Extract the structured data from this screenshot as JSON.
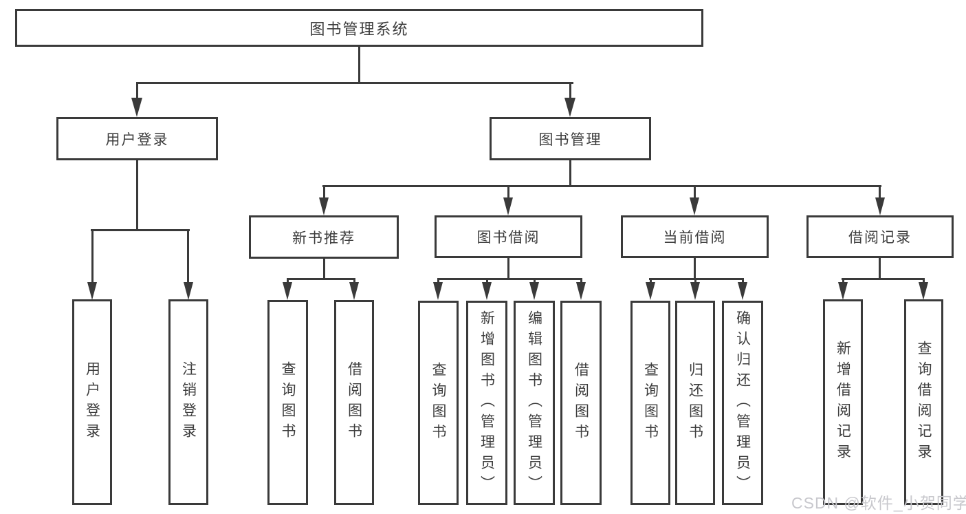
{
  "diagram": {
    "root": "图书管理系统",
    "branches": [
      {
        "label": "用户登录",
        "children": [
          "用户登录",
          "注销登录"
        ]
      },
      {
        "label": "图书管理",
        "groups": [
          {
            "label": "新书推荐",
            "children": [
              "查询图书",
              "借阅图书"
            ]
          },
          {
            "label": "图书借阅",
            "children": [
              "查询图书",
              "新增图书（管理员）",
              "编辑图书（管理员）",
              "借阅图书"
            ]
          },
          {
            "label": "当前借阅",
            "children": [
              "查询图书",
              "归还图书",
              "确认归还（管理员）"
            ]
          },
          {
            "label": "借阅记录",
            "children": [
              "新增借阅记录",
              "查询借阅记录"
            ]
          }
        ]
      }
    ]
  },
  "watermark": {
    "text": "CSDN @软件_小贺同学"
  },
  "colors": {
    "line": "#3a3a3a",
    "text": "#3d3d3d",
    "background": "#ffffff",
    "watermark": "#c8c8cd"
  }
}
